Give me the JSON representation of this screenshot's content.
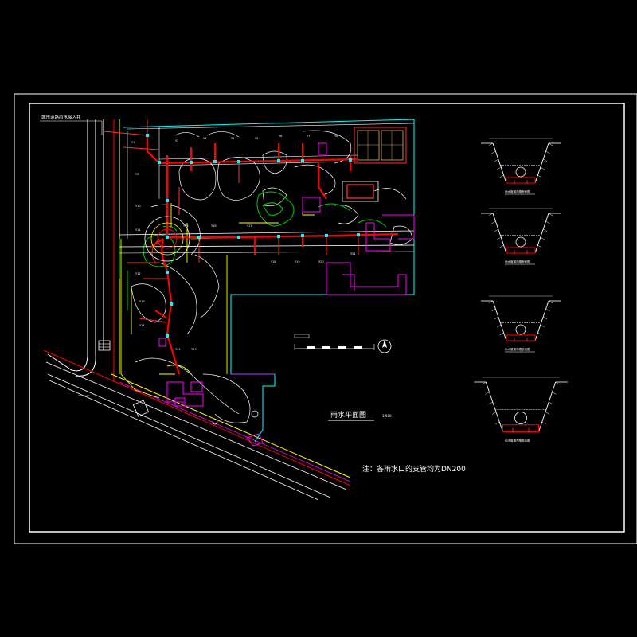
{
  "drawing": {
    "title": "雨水平面图",
    "scale_text": "1:500",
    "note": "注：各雨水口的支管均为DN200",
    "left_road_label": "城市道路雨水接入井",
    "colors": {
      "background": "#000000",
      "border": "#ffffff",
      "building": "#ff00ff",
      "pipe": "#ff0000",
      "pipe_secondary": "#ff3030",
      "contour": "#ffffff",
      "landscape": "#00cc00",
      "road": "#ff0000",
      "wall": "#ffff00",
      "cyan": "#00ffff",
      "label": "#ffffff"
    },
    "sections": [
      {
        "title": "雨水管道沟槽断面图"
      },
      {
        "title": "雨水管道沟槽断面图"
      },
      {
        "title": "雨水管道沟槽断面图"
      },
      {
        "title": "雨水管道沟槽断面图"
      }
    ]
  }
}
